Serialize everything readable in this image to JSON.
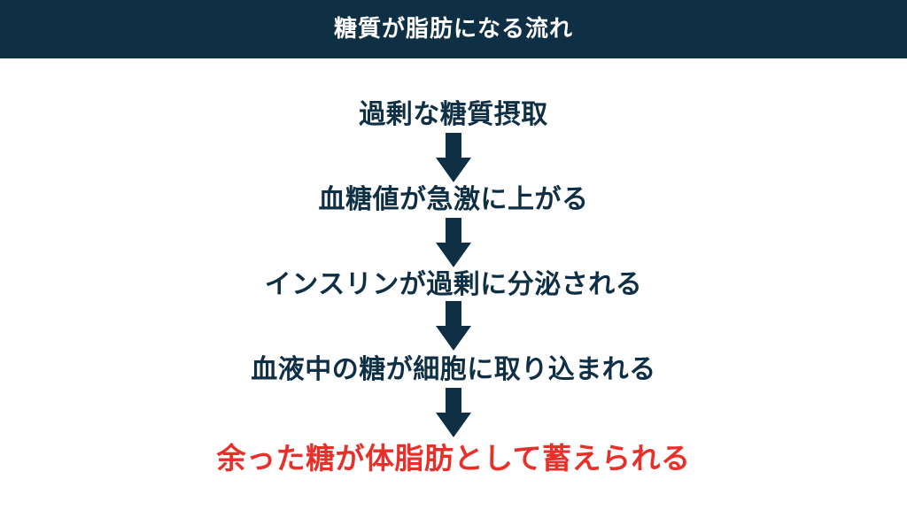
{
  "header": {
    "title": "糖質が脂肪になる流れ",
    "bg_color": "#0f2f45",
    "text_color": "#ffffff"
  },
  "flow": {
    "steps": [
      {
        "label": "過剰な糖質摂取"
      },
      {
        "label": "血糖値が急激に上がる"
      },
      {
        "label": "インスリンが過剰に分泌される"
      },
      {
        "label": "血液中の糖が細胞に取り込まれる"
      },
      {
        "label": "余った糖が体脂肪として蓄えられる"
      }
    ],
    "step_color": "#0f2f45",
    "final_color": "#e8302a",
    "arrow_color": "#0f2f45",
    "arrow_icon": "arrow-down-icon"
  }
}
